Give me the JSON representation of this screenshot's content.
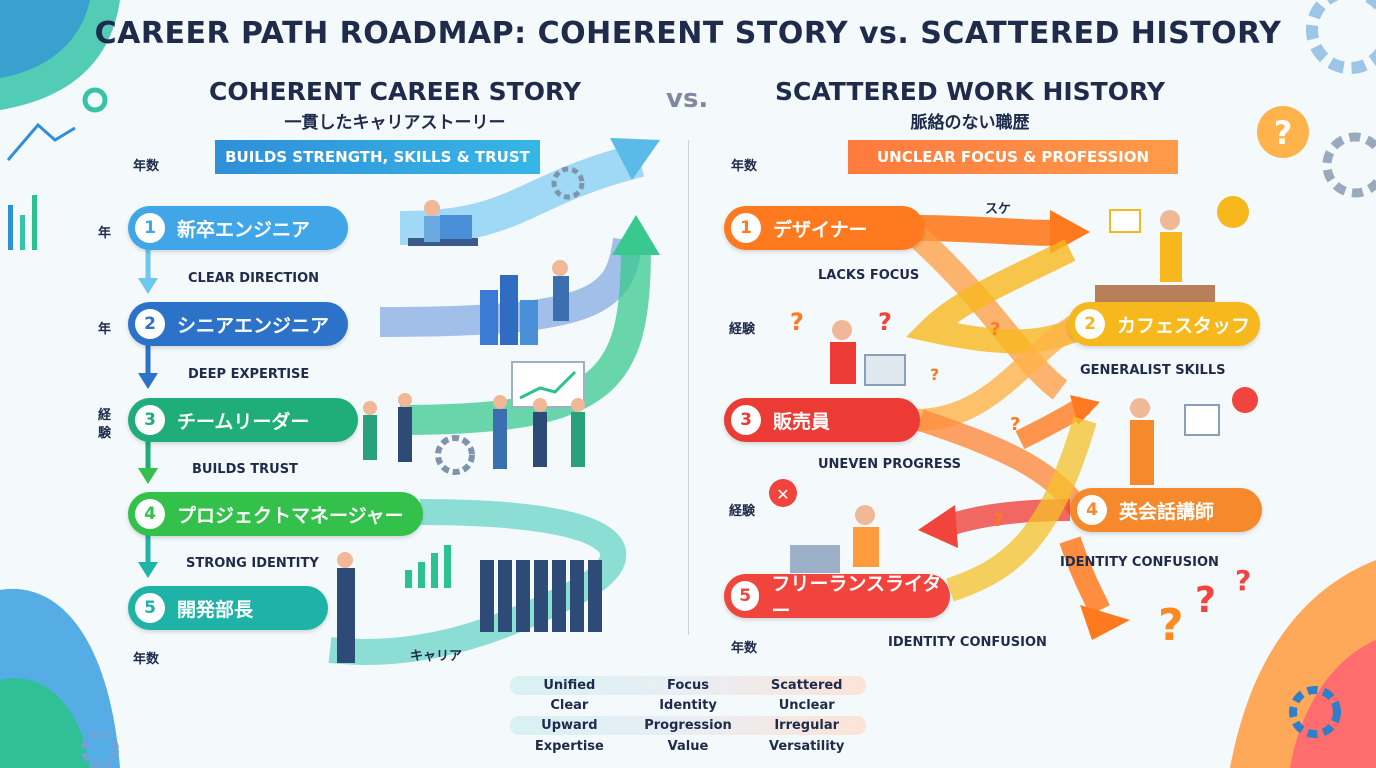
{
  "title": "CAREER PATH ROADMAP: COHERENT STORY vs. SCATTERED HISTORY",
  "vs": "vs.",
  "left": {
    "heading": "COHERENT CAREER STORY",
    "subheading": "一貫したキャリアストーリー",
    "banner": "BUILDS STRENGTH, SKILLS & TRUST",
    "steps": [
      {
        "num": "1",
        "label": "新卒エンジニア"
      },
      {
        "num": "2",
        "label": "シニアエンジニア"
      },
      {
        "num": "3",
        "label": "チームリーダー"
      },
      {
        "num": "4",
        "label": "プロジェクトマネージャー"
      },
      {
        "num": "5",
        "label": "開発部長"
      }
    ],
    "connectors": [
      "CLEAR DIRECTION",
      "DEEP EXPERTISE",
      "BUILDS TRUST",
      "STRONG IDENTITY"
    ],
    "side_labels": [
      "年数",
      "年",
      "年",
      "経",
      "験",
      "年数"
    ],
    "career_label": "キャリア",
    "colors": [
      "#40a6e8",
      "#2c72c9",
      "#1fae7a",
      "#33c04b",
      "#1fb3a8"
    ]
  },
  "right": {
    "heading": "SCATTERED WORK HISTORY",
    "subheading": "脈絡のない職歴",
    "banner": "UNCLEAR FOCUS & PROFESSION",
    "steps": [
      {
        "num": "1",
        "label": "デザイナー"
      },
      {
        "num": "2",
        "label": "カフェスタッフ"
      },
      {
        "num": "3",
        "label": "販売員"
      },
      {
        "num": "4",
        "label": "英会話講師"
      },
      {
        "num": "5",
        "label": "フリーランスライター"
      }
    ],
    "annotations": [
      "LACKS FOCUS",
      "GENERALIST SKILLS",
      "UNEVEN PROGRESS",
      "IDENTITY CONFUSION",
      "IDENTITY CONFUSION"
    ],
    "side_labels": [
      "年数",
      "経験",
      "経験",
      "年数"
    ],
    "sketch_label": "スケ",
    "colors": [
      "#ff7a1f",
      "#f6b81c",
      "#ec3a35",
      "#f5892c",
      "#f0443c"
    ]
  },
  "legend": [
    [
      "Unified",
      "Focus",
      "Scattered"
    ],
    [
      "Clear",
      "Identity",
      "Unclear"
    ],
    [
      "Upward",
      "Progression",
      "Irregular"
    ],
    [
      "Expertise",
      "Value",
      "Versatility"
    ]
  ]
}
